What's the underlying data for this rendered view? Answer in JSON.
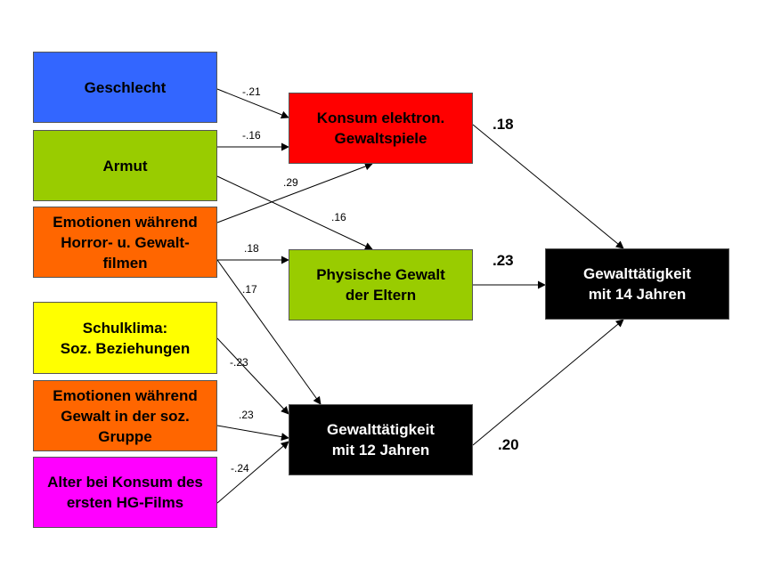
{
  "nodes": {
    "geschlecht": {
      "label": "Geschlecht",
      "color": "#3366ff"
    },
    "armut": {
      "label": "Armut",
      "color": "#99cc00"
    },
    "emotionen_horror": {
      "label": "Emotionen während\nHorror- u. Gewalt-\nfilmen",
      "color": "#ff6600"
    },
    "schulklima": {
      "label": "Schulklima:\nSoz. Beziehungen",
      "color": "#ffff00"
    },
    "emotionen_gruppe": {
      "label": "Emotionen während\nGewalt in der soz.\nGruppe",
      "color": "#ff6600"
    },
    "alter_konsum": {
      "label": "Alter bei Konsum des\nersten HG-Films",
      "color": "#ff00ff"
    },
    "konsum_spiele": {
      "label": "Konsum elektron.\nGewaltspiele",
      "color": "#ff0000"
    },
    "physische_gewalt": {
      "label": "Physische Gewalt\nder Eltern",
      "color": "#99cc00"
    },
    "gewalt_12": {
      "label": "Gewalttätigkeit\nmit 12 Jahren",
      "color": "#000000"
    },
    "gewalt_14": {
      "label": "Gewalttätigkeit\nmit 14 Jahren",
      "color": "#000000"
    }
  },
  "paths": [
    {
      "from": "geschlecht",
      "to": "konsum_spiele",
      "coefficient": "-.21"
    },
    {
      "from": "armut",
      "to": "konsum_spiele",
      "coefficient": "-.16"
    },
    {
      "from": "emotionen_horror",
      "to": "konsum_spiele",
      "coefficient": ".29"
    },
    {
      "from": "armut",
      "to": "physische_gewalt",
      "coefficient": ".16"
    },
    {
      "from": "emotionen_horror",
      "to": "physische_gewalt",
      "coefficient": ".18"
    },
    {
      "from": "emotionen_horror",
      "to": "gewalt_12",
      "coefficient": ".17"
    },
    {
      "from": "schulklima",
      "to": "gewalt_12",
      "coefficient": "-.23"
    },
    {
      "from": "emotionen_gruppe",
      "to": "gewalt_12",
      "coefficient": ".23"
    },
    {
      "from": "alter_konsum",
      "to": "gewalt_12",
      "coefficient": "-.24"
    },
    {
      "from": "konsum_spiele",
      "to": "gewalt_14",
      "coefficient": ".18"
    },
    {
      "from": "physische_gewalt",
      "to": "gewalt_14",
      "coefficient": ".23"
    },
    {
      "from": "gewalt_12",
      "to": "gewalt_14",
      "coefficient": ".20"
    }
  ]
}
